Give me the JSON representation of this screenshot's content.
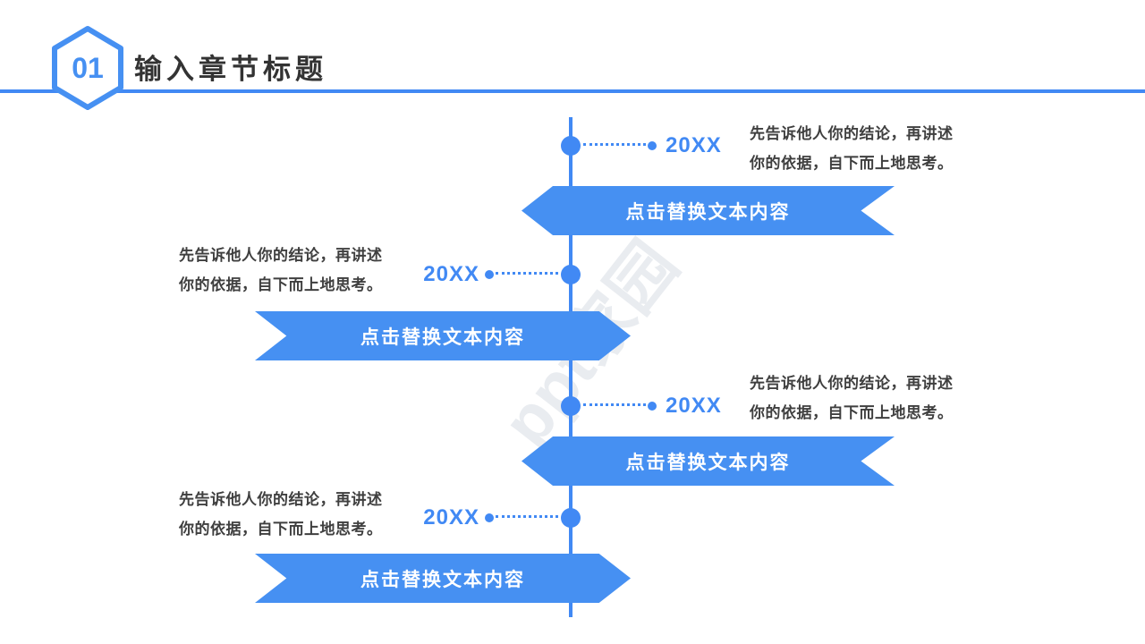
{
  "slide": {
    "section_number": "01",
    "section_title": "输入章节标题",
    "watermark": "ppt家园"
  },
  "colors": {
    "accent_shapes": "#4690F2",
    "accent_lines": "#4189F4",
    "title_text": "#333333",
    "body_text": "#3F3F3F",
    "banner_text": "#FFFFFF",
    "background": "#FFFFFF"
  },
  "timeline": {
    "entries": [
      {
        "year": "20XX",
        "side": "right",
        "description": "先告诉他人你的结论，再讲述\n你的依据，自下而上地思考。",
        "banner_label": "点击替换文本内容"
      },
      {
        "year": "20XX",
        "side": "left",
        "description": "先告诉他人你的结论，再讲述\n你的依据，自下而上地思考。",
        "banner_label": "点击替换文本内容"
      },
      {
        "year": "20XX",
        "side": "right",
        "description": "先告诉他人你的结论，再讲述\n你的依据，自下而上地思考。",
        "banner_label": "点击替换文本内容"
      },
      {
        "year": "20XX",
        "side": "left",
        "description": "先告诉他人你的结论，再讲述\n你的依据，自下而上地思考。",
        "banner_label": "点击替换文本内容"
      }
    ]
  }
}
